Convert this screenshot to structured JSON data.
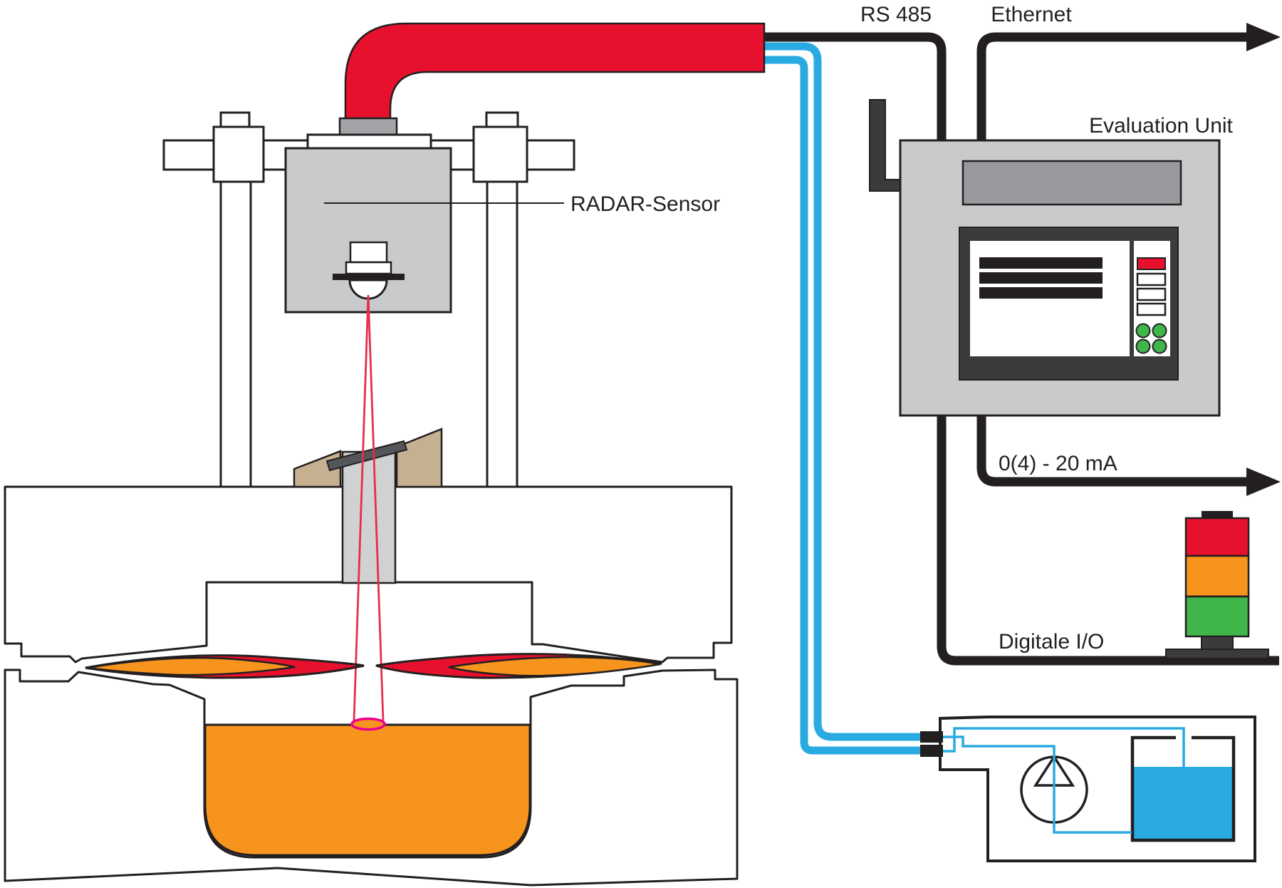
{
  "diagram": {
    "labels": {
      "rs485": "RS 485",
      "ethernet": "Ethernet",
      "evaluation_unit": "Evaluation Unit",
      "radar_sensor": "RADAR-Sensor",
      "analog_output": "0(4) - 20 mA",
      "digital_io": "Digitale I/O"
    },
    "colors": {
      "red": "#e8112d",
      "orange": "#f7941e",
      "green": "#3fb54a",
      "cyan": "#29abe2",
      "magenta": "#ec008c",
      "beam_red": "#e62e4c",
      "tan": "#c6b092",
      "light_gray": "#c9cacc",
      "medium_gray": "#97999c",
      "dark_gray": "#3b3b3d",
      "outline": "#231f20"
    },
    "components": [
      "radar-sensor",
      "furnace-vessel",
      "molten-metal-bath",
      "radar-beam",
      "evaluation-unit",
      "signal-tower",
      "cooling-unit",
      "pump",
      "water-tank",
      "cooling-pipes"
    ]
  }
}
